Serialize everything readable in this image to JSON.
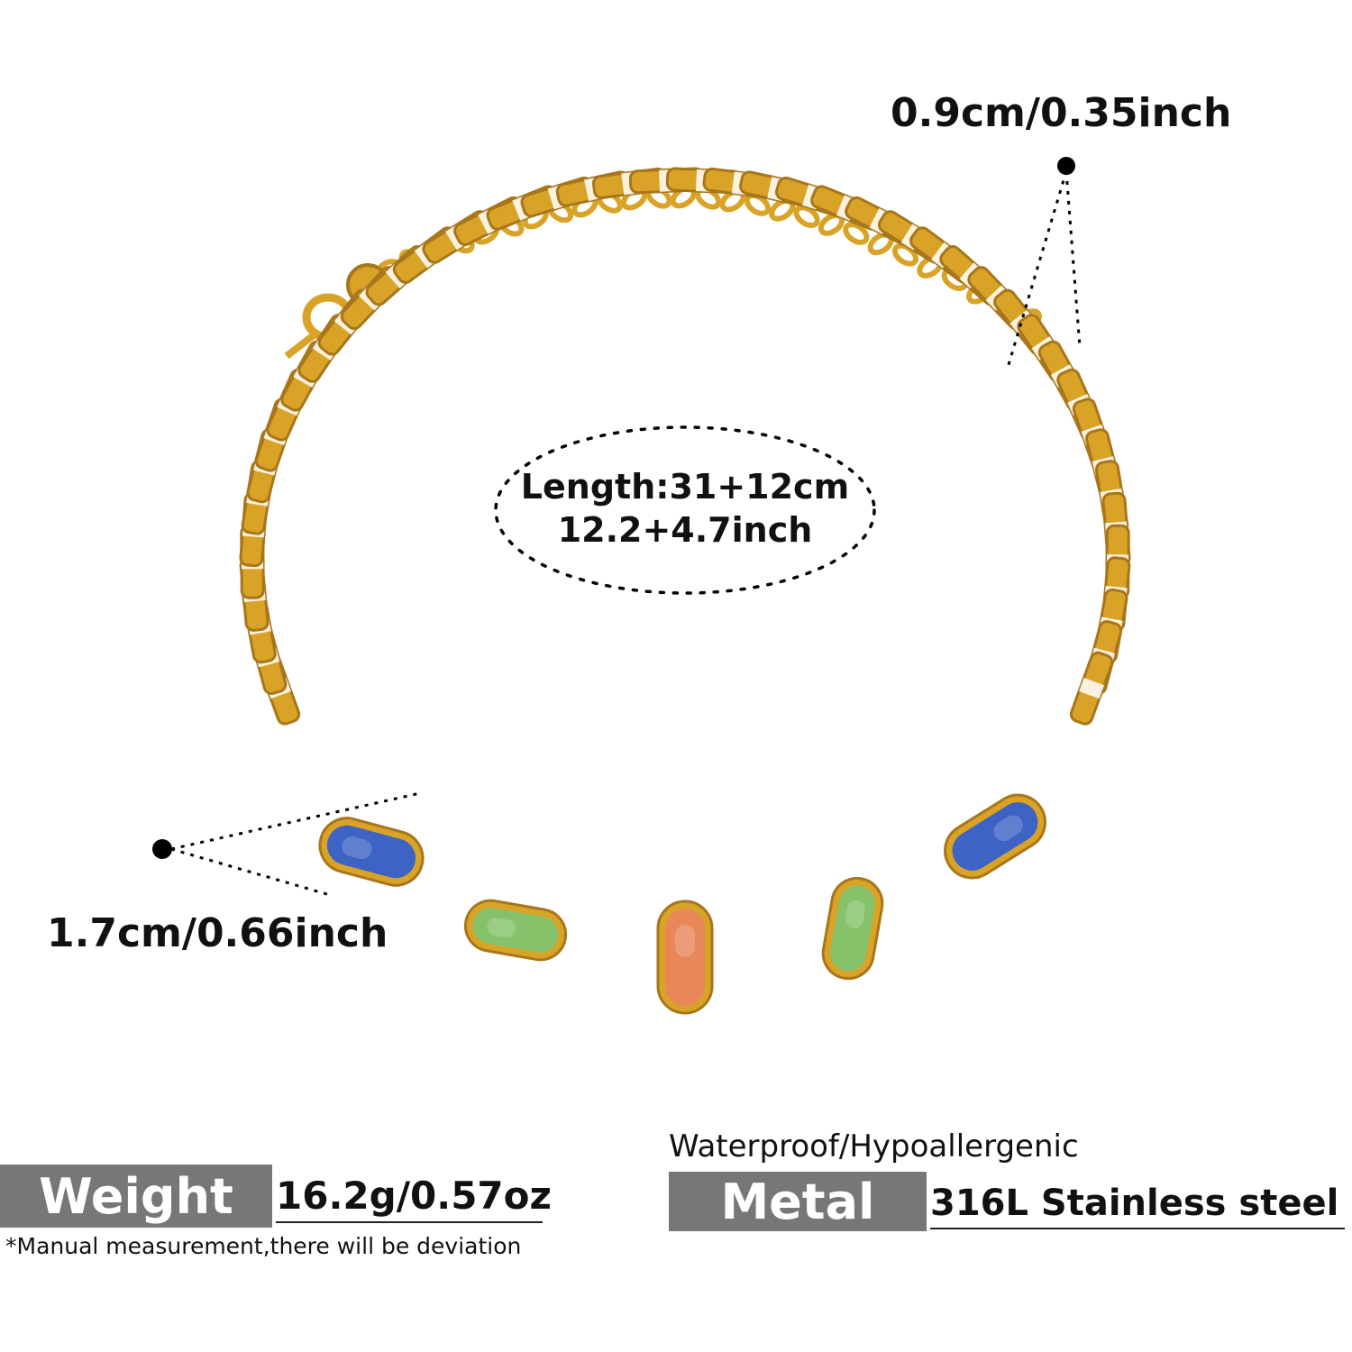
{
  "dimensions": {
    "top_width": "0.9cm/0.35inch",
    "side_width": "1.7cm/0.66inch"
  },
  "length": {
    "line1": "Length:31+12cm",
    "line2": "12.2+4.7inch"
  },
  "specs": {
    "weight_label": "Weight",
    "weight_value": "16.2g/0.57oz",
    "note": "*Manual measurement,there will be deviation",
    "features": "Waterproof/Hypoallergenic",
    "metal_label": "Metal",
    "metal_value": "316L Stainless steel"
  },
  "colors": {
    "gold": "#d9a327",
    "gold_dark": "#a8761a",
    "stone_blue": "#3d63c4",
    "stone_green": "#86c26a",
    "stone_orange": "#e8875a",
    "label_plate": "#777777"
  },
  "icons": {
    "necklace": "gold-chain-necklace-image"
  }
}
